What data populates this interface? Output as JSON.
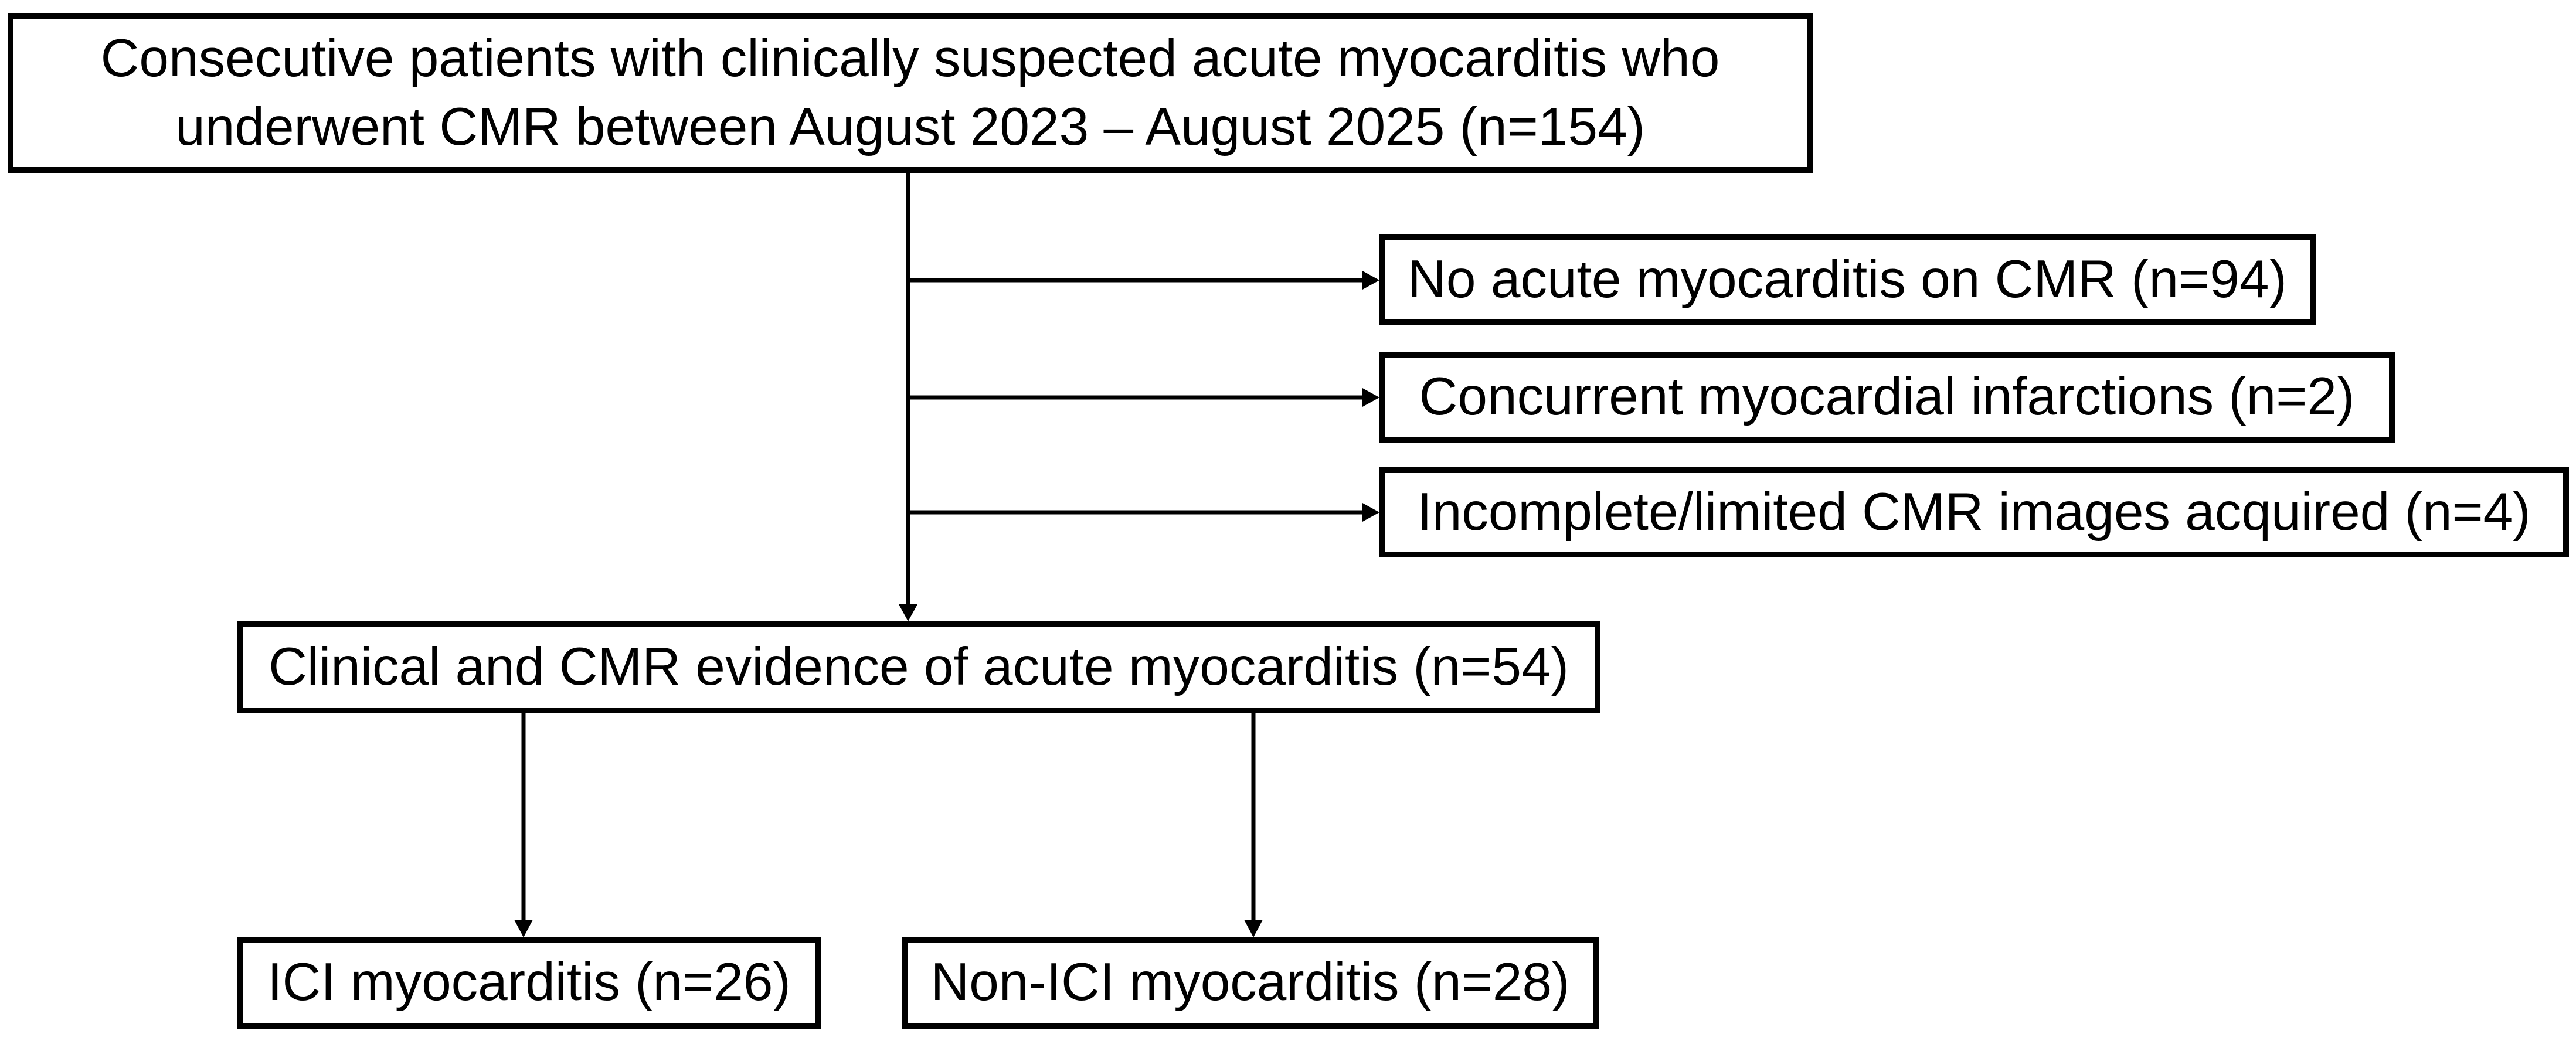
{
  "diagram": {
    "type": "patient-flow-chart",
    "colors": {
      "background": "#ffffff",
      "line": "#000000",
      "text": "#000000"
    },
    "nodes": {
      "screened": {
        "lines": [
          "Consecutive patients with clinically suspected acute myocarditis who",
          "underwent CMR between August 2023 – August 2025 (n=154)"
        ],
        "n": 154
      },
      "excluded_no_acute": {
        "label": "No acute myocarditis on CMR (n=94)",
        "n": 94
      },
      "excluded_infarction": {
        "label": "Concurrent myocardial infarctions (n=2)",
        "n": 2
      },
      "excluded_incomplete": {
        "label": "Incomplete/limited CMR images acquired (n=4)",
        "n": 4
      },
      "included": {
        "label": "Clinical and CMR evidence of acute myocarditis (n=54)",
        "n": 54
      },
      "group_ici": {
        "label": "ICI myocarditis (n=26)",
        "n": 26
      },
      "group_non_ici": {
        "label": "Non-ICI myocarditis (n=28)",
        "n": 28
      }
    },
    "edges": [
      {
        "from": "screened",
        "to": "excluded_no_acute"
      },
      {
        "from": "screened",
        "to": "excluded_infarction"
      },
      {
        "from": "screened",
        "to": "excluded_incomplete"
      },
      {
        "from": "screened",
        "to": "included"
      },
      {
        "from": "included",
        "to": "group_ici"
      },
      {
        "from": "included",
        "to": "group_non_ici"
      }
    ]
  }
}
